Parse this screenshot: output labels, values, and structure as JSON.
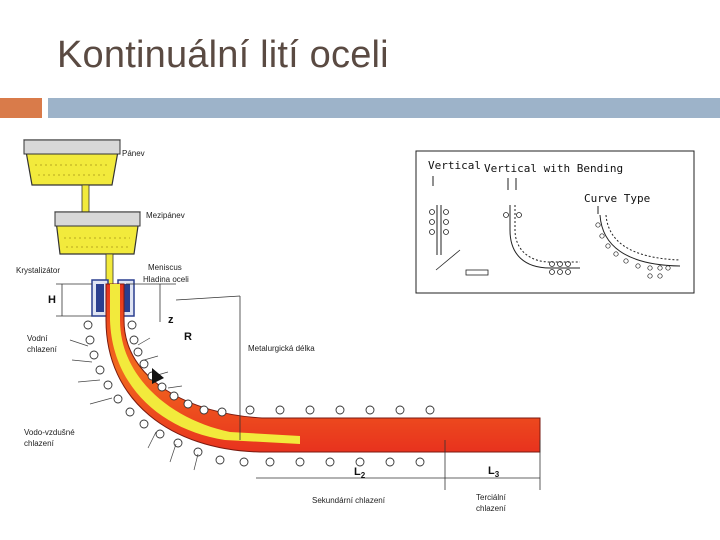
{
  "slide": {
    "title": "Kontinuální lití oceli"
  },
  "diagram": {
    "labels": {
      "panev": "Pánev",
      "mezipanev": "Mezipánev",
      "krystalizator": "Krystalizátor",
      "meniscus": "Meniscus",
      "hladina": "Hladina oceli",
      "h": "H",
      "z": "z",
      "r": "R",
      "vodni1": "Vodní",
      "vodni2": "chlazení",
      "metalurgicka": "Metalurgická délka",
      "vodovzdusne1": "Vodo-vzdušné",
      "vodovzdusne2": "chlazení",
      "l2": "L",
      "l2sub": "2",
      "l3": "L",
      "l3sub": "3",
      "sekundarni": "Sekundární chlazení",
      "tercialni1": "Terciální",
      "tercialni2": "chlazení"
    },
    "inset": {
      "vertical": "Vertical",
      "bending": "Vertical with Bending",
      "curve": "Curve Type"
    },
    "colors": {
      "steel_liquid": "#f2ea3c",
      "steel_hot": "#e8321e",
      "mold_blue": "#2a3f8f"
    }
  }
}
